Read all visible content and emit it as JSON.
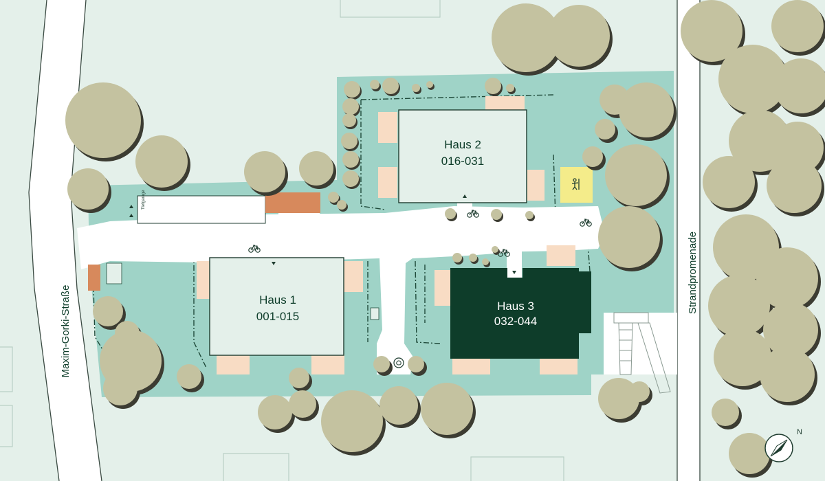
{
  "map": {
    "compass_label": "N",
    "streets": {
      "west": "Maxim-Gorki-Straße",
      "east": "Strandpromenade"
    },
    "buildings": [
      {
        "id": "haus-1",
        "name": "Haus 1",
        "units": "001-015"
      },
      {
        "id": "haus-2",
        "name": "Haus 2",
        "units": "016-031"
      },
      {
        "id": "haus-3",
        "name": "Haus 3",
        "units": "032-044",
        "highlighted": true
      }
    ],
    "garage_label": "Tiefgarage",
    "icons": [
      "bicycle-parking-icon",
      "playground-icon",
      "waste-icon",
      "entrance-arrow-icon",
      "compass-icon"
    ],
    "colors": {
      "background": "#e4f0ea",
      "grounds": "#9fd3c7",
      "paths": "#ffffff",
      "building": "#e4f0ea",
      "highlight_building": "#0e3d2a",
      "terrace": "#f8dcc4",
      "tree": "#c4c2a0",
      "tree_shadow": "#3c3c32",
      "garage_ramp": "#d7895c",
      "playground": "#f4ec8a"
    }
  }
}
